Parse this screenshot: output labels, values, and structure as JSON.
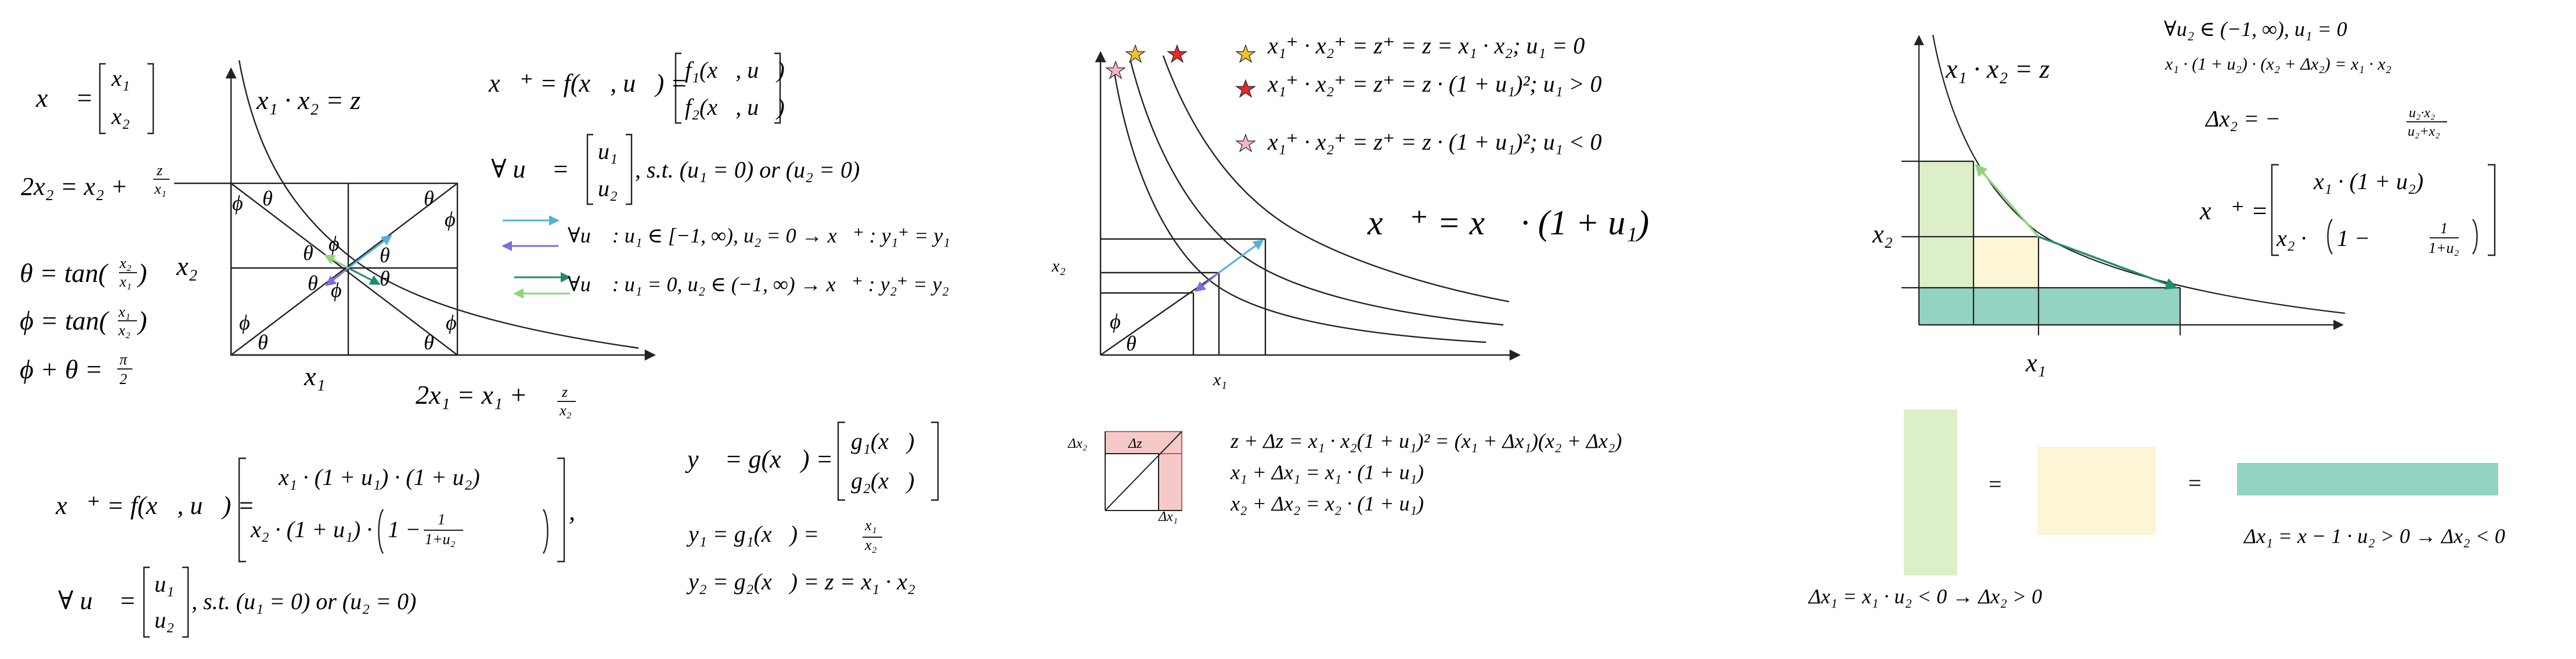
{
  "colors": {
    "cyan": "#4fb3dd",
    "purple": "#7a6ee0",
    "teal": "#1f8c6e",
    "lime": "#8fd47a",
    "light_green": "#dcefc8",
    "light_yellow": "#fcf5d6",
    "teal_fill": "#93d3c4",
    "pink_fill": "#f6c9c9",
    "star_yellow": "#f2c12e",
    "star_red": "#e8272c",
    "star_pink": "#f4b6cc"
  },
  "icons": [
    "star-yellow-icon",
    "star-red-icon",
    "star-pink-icon"
  ],
  "panel1": {
    "vec_x_lhs": "x⃗ =",
    "vec_x_r1": "x₁",
    "vec_x_r2": "x₂",
    "curve": "x₁ · x₂ = z",
    "map_f_lhs": "x⃗⁺ = f(x⃗, u⃗) =",
    "map_f_r1": "f₁(x⃗, u⃗)",
    "map_f_r2": "f₂(x⃗, u⃗)",
    "forall_u_lhs": "∀ u⃗ =",
    "forall_u_r1": "u₁",
    "forall_u_r2": "u₂",
    "forall_u_rhs": ", s.t. (u₁ = 0) or (u₂ = 0)",
    "rule1": "∀u⃗ : u₁ ∈ [−1, ∞), u₂ = 0 → x⃗⁺ : y₁⁺ = y₁",
    "rule2": "∀u⃗ : u₁ = 0, u₂ ∈ (−1, ∞) → x⃗⁺ : y₂⁺ = y₂",
    "left_eq_lhs": "2x₂ = x₂ +",
    "left_eq_num": "z",
    "left_eq_den": "x₁",
    "theta_lhs": "θ = tan(",
    "theta_num": "x₂",
    "theta_den": "x₁",
    "phi_lhs": "ϕ = tan(",
    "phi_num": "x₁",
    "phi_den": "x₂",
    "close_paren": ")",
    "sum": "ϕ + θ =",
    "sum_num": "π",
    "sum_den": "2",
    "x2_label": "x₂",
    "x1_label": "x₁",
    "bottom_eq_lhs": "2x₁ = x₁ +",
    "bottom_eq_num": "z",
    "bottom_eq_den": "x₂",
    "theta": "θ",
    "phi": "ϕ"
  },
  "panel_bl": {
    "lhs": "x⃗⁺ = f(x⃗, u⃗) =",
    "r1": "x₁ · (1 + u₁) · (1 + u₂)",
    "r2a": "x₂ · (1 + u₁) ·",
    "r2_open": "1 −",
    "r2_num": "1",
    "r2_den": "1+u₂",
    "comma": ",",
    "forall_lhs": "∀ u⃗ =",
    "u1": "u₁",
    "u2": "u₂",
    "forall_rhs": ", s.t. (u₁ = 0) or (u₂ = 0)"
  },
  "panel_g": {
    "lhs": "y⃗ = g(x⃗) =",
    "r1": "g₁(x⃗)",
    "r2": "g₂(x⃗)",
    "y1_lhs": "y₁ = g₁(x⃗) =",
    "y1_num": "x₁",
    "y1_den": "x₂",
    "y2": "y₂ = g₂(x⃗) = z = x₁ · x₂"
  },
  "panel2": {
    "legend1": "x₁⁺ · x₂⁺ = z⁺ = z = x₁ · x₂; u₁ = 0",
    "legend2": "x₁⁺ · x₂⁺ = z⁺ = z · (1 + u₁)²; u₁ > 0",
    "legend3": "x₁⁺ · x₂⁺ = z⁺ = z · (1 + u₁)²; u₁ < 0",
    "big_eq": "x⃗⁺ = x⃗ · (1 + u₁)",
    "x2_label": "x₂",
    "x1_label": "x₁",
    "phi": "ϕ",
    "theta": "θ",
    "dx2": "Δx₂",
    "dz": "Δz",
    "dx1": "Δx₁",
    "eq1": "z + Δz = x₁ · x₂(1 + u₁)² = (x₁ + Δx₁)(x₂ + Δx₂)",
    "eq2": "x₁ + Δx₁ = x₁ · (1 + u₁)",
    "eq3": "x₂ + Δx₂ = x₂ · (1 + u₁)"
  },
  "panel3": {
    "curve": "x₁ · x₂ = z",
    "x2_label": "x₂",
    "x1_label": "x₁",
    "cond1": "∀u₂ ∈ (−1, ∞), u₁ = 0",
    "cond2": "x₁ · (1 + u₂) · (x₂ + Δx₂) = x₁ · x₂",
    "dx2_lhs": "Δx₂ = −",
    "dx2_num": "u₂·x₂",
    "dx2_den": "u₂+x₂",
    "xplus_lhs": "x⃗⁺ =",
    "xplus_r1": "x₁ · (1 + u₂)",
    "xplus_r2a": "x₂ ·",
    "xplus_r2_open": "1 −",
    "xplus_r2_num": "1",
    "xplus_r2_den": "1+u₂",
    "equals": "=",
    "bottom_left": "Δx₁ = x₁ · u₂ < 0 → Δx₂ > 0",
    "bottom_right": "Δx₁ = x − 1 · u₂ > 0 → Δx₂ < 0"
  }
}
